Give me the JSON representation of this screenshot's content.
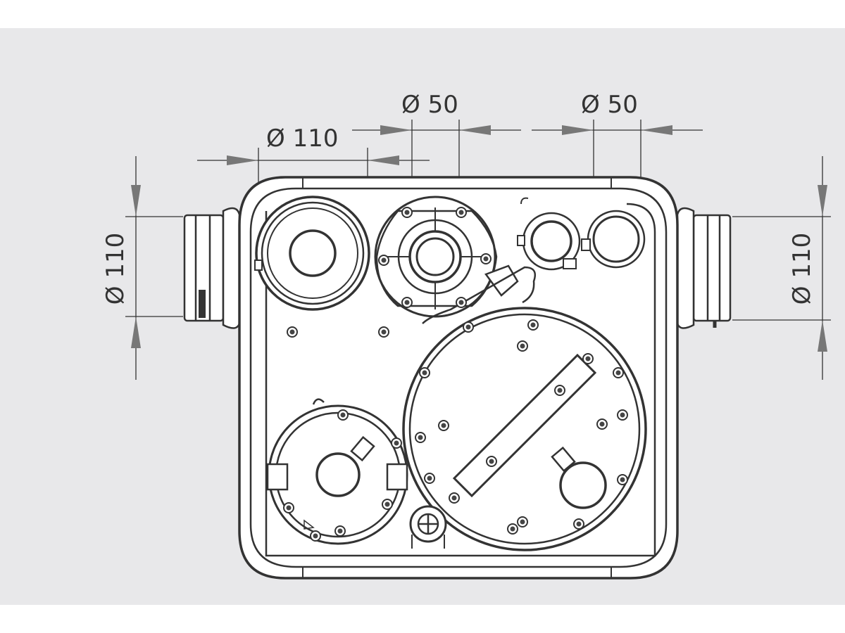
{
  "colors": {
    "background": "#e8e8ea",
    "line": "#333333",
    "fill": "#ffffff"
  },
  "dimensions": {
    "top_inlet_large": "Ø 110",
    "top_inlet_middle": "Ø 50",
    "top_inlet_right": "Ø 50",
    "left_side_inlet": "Ø 110",
    "right_side_inlet": "Ø 110"
  }
}
